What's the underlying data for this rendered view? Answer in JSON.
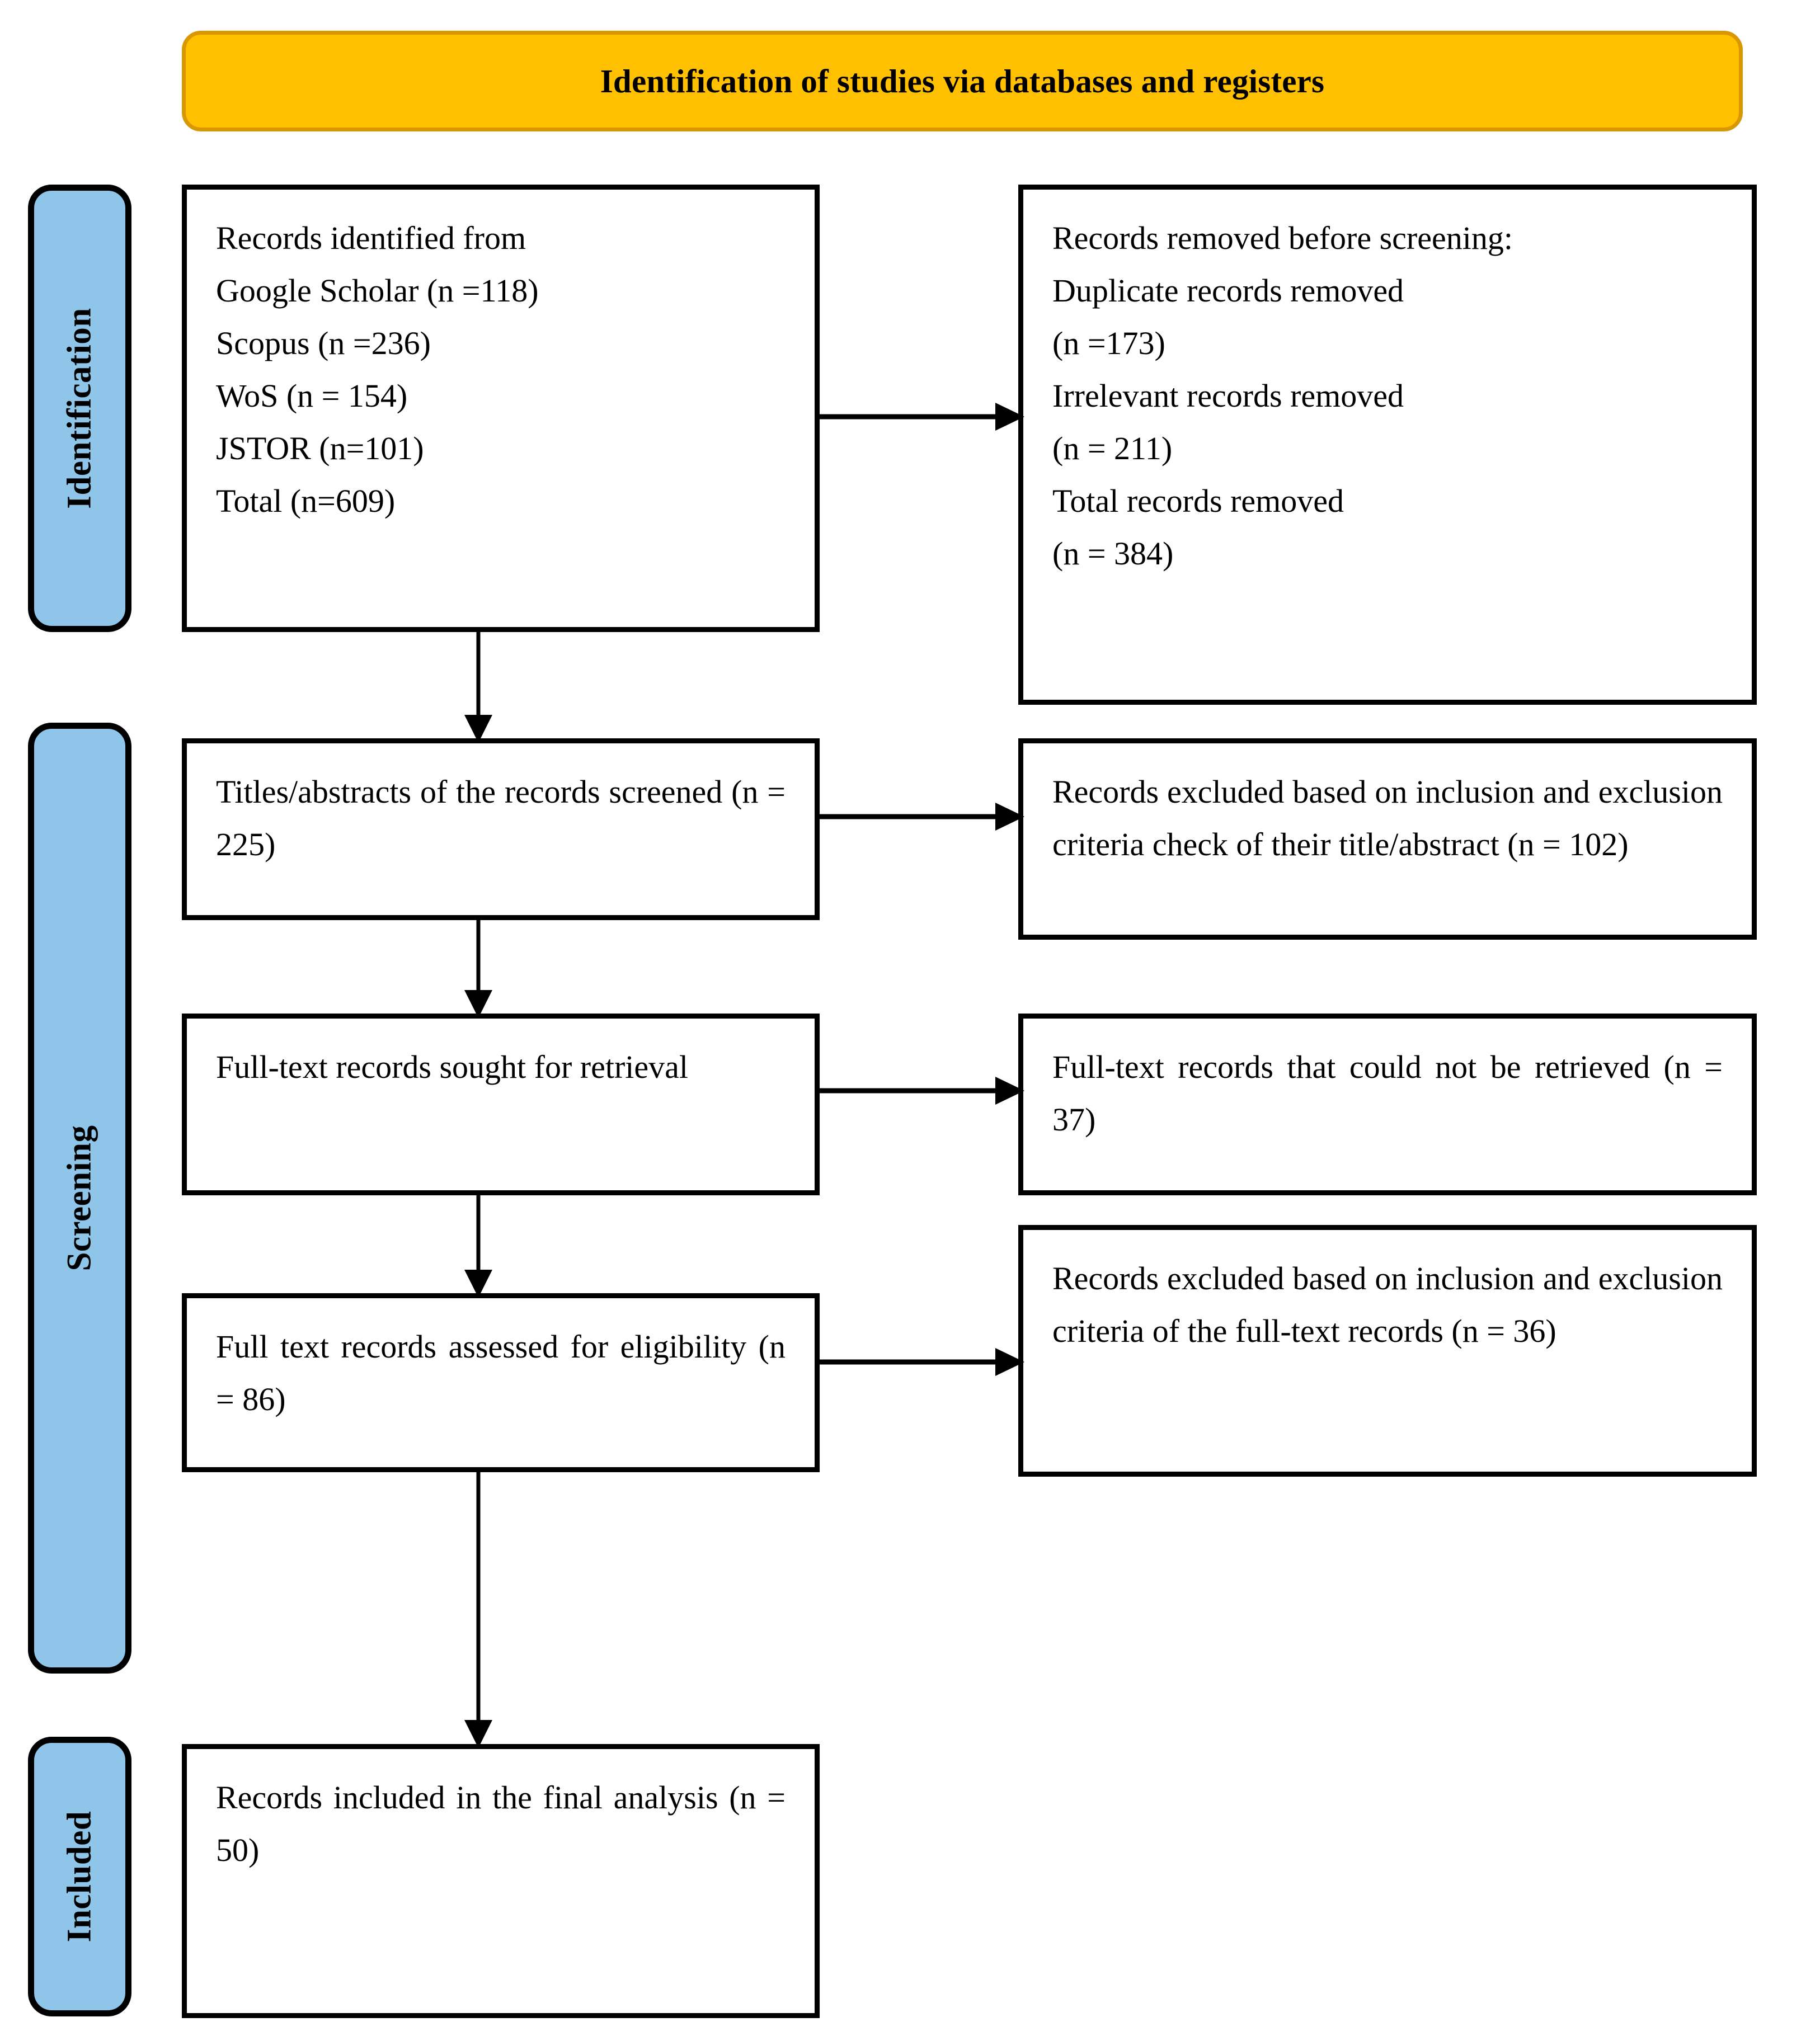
{
  "colors": {
    "header_fill": "#FFC000",
    "header_border": "#D99800",
    "stage_fill": "#8EC5E8",
    "stage_border": "#000000",
    "box_border": "#000000",
    "text": "#000000",
    "page_background": "#FFFFFF"
  },
  "header": {
    "title": "Identification of studies via databases and registers"
  },
  "stages": [
    {
      "id": "identification",
      "label": "Identification"
    },
    {
      "id": "screening",
      "label": "Screening"
    },
    {
      "id": "included",
      "label": "Included"
    }
  ],
  "boxes": {
    "identified": {
      "name": "records-identified",
      "text": "Records identified from\nGoogle Scholar (n =118)\nScopus (n =236)\nWoS (n = 154)\nJSTOR (n=101)\nTotal (n=609)"
    },
    "removed": {
      "name": "records-removed-before-screening",
      "text": "Records removed before screening:\nDuplicate records removed\n(n =173)\nIrrelevant records removed\n(n = 211)\nTotal records removed\n(n = 384)"
    },
    "screened": {
      "name": "titles-abstracts-screened",
      "text": "Titles/abstracts of the records screened (n = 225)"
    },
    "excluded_title": {
      "name": "records-excluded-title-abstract",
      "text": "Records excluded based on inclusion and exclusion criteria check of their title/abstract (n = 102)"
    },
    "sought": {
      "name": "full-text-sought-for-retrieval",
      "text": "Full-text records sought for retrieval"
    },
    "not_retrieved": {
      "name": "full-text-not-retrieved",
      "text": "Full-text records that could not be retrieved (n = 37)"
    },
    "eligibility": {
      "name": "full-text-assessed-for-eligibility",
      "text": "Full text records assessed for eligibility (n = 86)"
    },
    "excluded_full": {
      "name": "records-excluded-full-text",
      "text": "Records excluded based on inclusion and exclusion criteria of the full-text records (n = 36)"
    },
    "included": {
      "name": "records-included-final-analysis",
      "text": "Records included in the final analysis (n = 50)"
    }
  },
  "counts": {
    "google_scholar": 118,
    "scopus": 236,
    "wos": 154,
    "jstor": 101,
    "total_identified": 609,
    "duplicates_removed": 173,
    "irrelevant_removed": 211,
    "total_removed": 384,
    "screened": 225,
    "excluded_title_abstract": 102,
    "not_retrieved": 37,
    "assessed_eligibility": 86,
    "excluded_full_text": 36,
    "included_final": 50
  },
  "connectors": [
    {
      "name": "identified-to-screened",
      "direction": "down"
    },
    {
      "name": "screened-to-sought",
      "direction": "down"
    },
    {
      "name": "sought-to-eligibility",
      "direction": "down"
    },
    {
      "name": "eligibility-to-included",
      "direction": "down"
    },
    {
      "name": "identified-to-removed",
      "direction": "right"
    },
    {
      "name": "screened-to-excluded-title",
      "direction": "right"
    },
    {
      "name": "sought-to-not-retrieved",
      "direction": "right"
    },
    {
      "name": "eligibility-to-excluded-full",
      "direction": "right"
    }
  ]
}
